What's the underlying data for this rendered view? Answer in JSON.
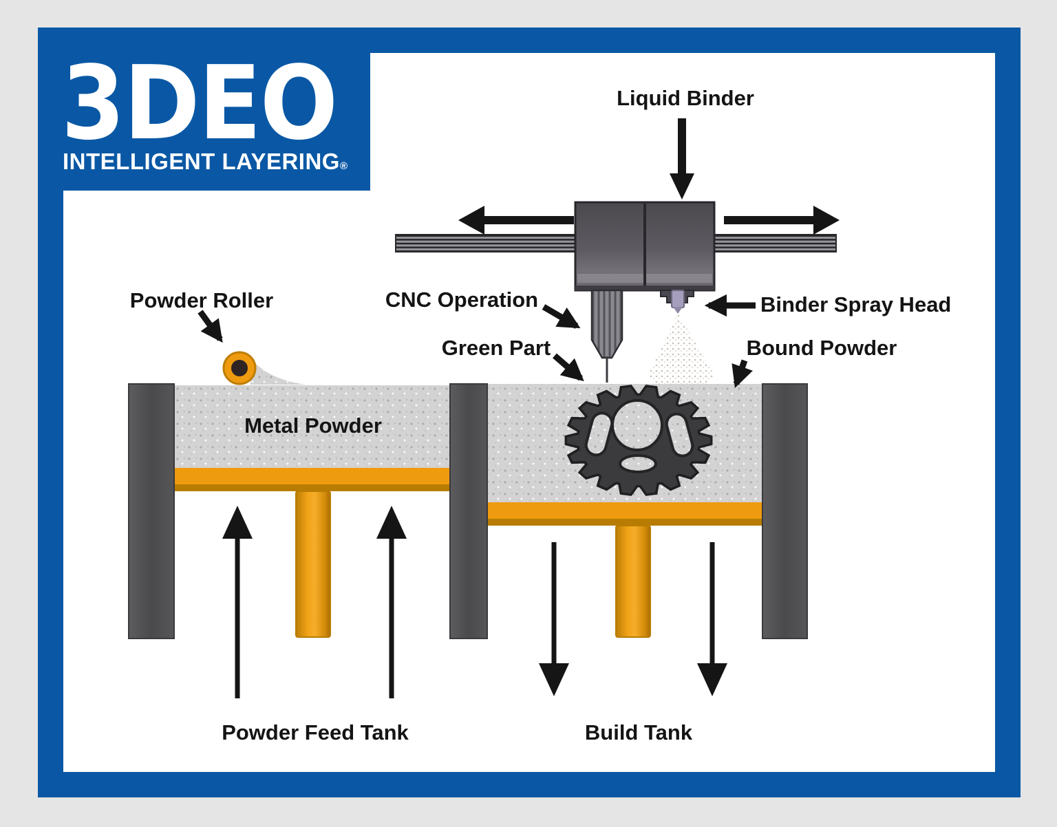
{
  "logo": {
    "brand": "3DEO",
    "tagline": "INTELLIGENT LAYERING",
    "registered_mark": "®"
  },
  "labels": {
    "liquid_binder": "Liquid Binder",
    "powder_roller": "Powder Roller",
    "cnc_operation": "CNC Operation",
    "binder_spray_head": "Binder Spray Head",
    "green_part": "Green Part",
    "bound_powder": "Bound Powder",
    "metal_powder": "Metal Powder",
    "powder_feed_tank": "Powder Feed Tank",
    "build_tank": "Build Tank"
  },
  "colors": {
    "blue": "#0a58a5",
    "bg": "#e5e5e5",
    "ink": "#141414",
    "white": "#ffffff",
    "powder": "#d3d3d3",
    "wall": "#4f4f51",
    "orange": "#ee9b10",
    "orange-dark": "#b87c02",
    "gear": "#3b3b3d",
    "lavender": "#a59ebc",
    "head-dark": "#49474c"
  }
}
